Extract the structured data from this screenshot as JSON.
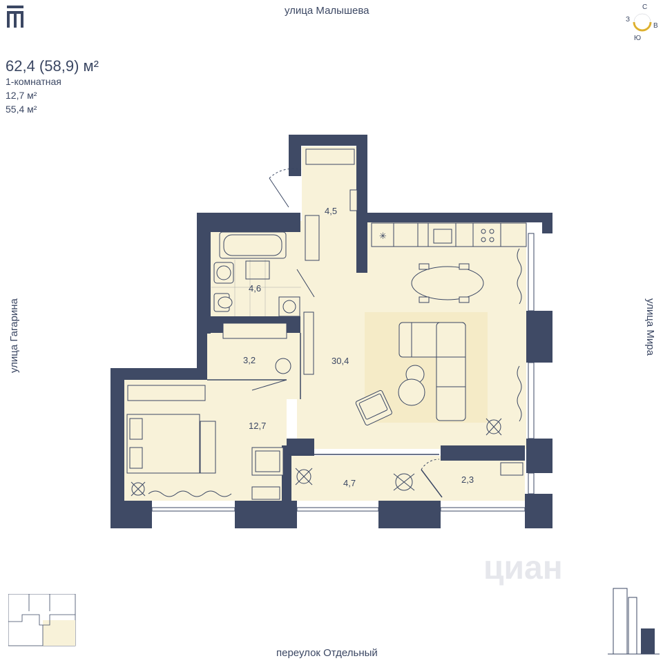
{
  "brand": {
    "logo_icon": "brand-logo-icon",
    "color": "#3b4763"
  },
  "streets": {
    "top": "улица Малышева",
    "left": "улица Гагарина",
    "right": "улица Мира",
    "bottom": "переулок Отдельный"
  },
  "summary": {
    "total_area": "62,4 (58,9) м²",
    "type": "1-комнатная",
    "area_a": "12,7 м²",
    "area_b": "55,4 м²"
  },
  "compass": {
    "n": "С",
    "w": "З",
    "e": "В",
    "s": "Ю",
    "accent": "#e8b82e"
  },
  "rooms": {
    "hall": "4,5",
    "bath": "4,6",
    "wardrobe": "3,2",
    "living": "30,4",
    "bedroom": "12,7",
    "balcony": "4,7",
    "storage": "2,3"
  },
  "watermark": "циан",
  "colors": {
    "wall": "#3f4a65",
    "floor": "#f8f2d9",
    "accent_floor": "#f6ecc8",
    "line": "#3b4763"
  }
}
